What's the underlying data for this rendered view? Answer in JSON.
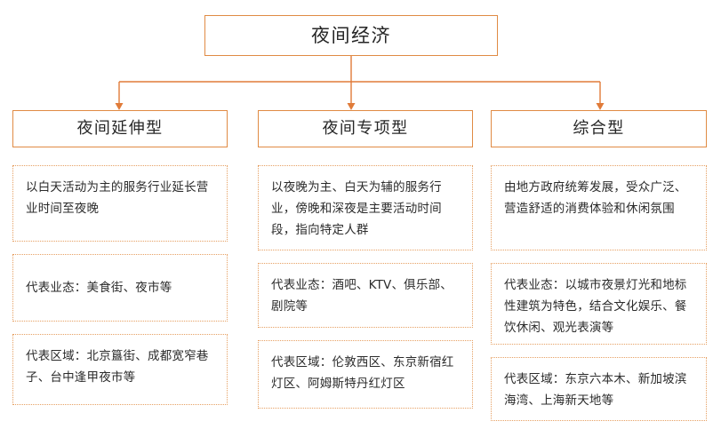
{
  "diagram": {
    "type": "org-chart",
    "root": {
      "label": "夜间经济"
    },
    "colors": {
      "solid_border": "#e08b44",
      "dotted_border": "#e6a063",
      "connector": "#e07b39",
      "text": "#262626",
      "background": "#ffffff"
    },
    "branches": [
      {
        "header": "夜间延伸型",
        "cards": [
          "以白天活动为主的服务行业延长营业时间至夜晚",
          "代表业态：美食街、夜市等",
          "代表区域：北京簋街、成都宽窄巷子、台中逢甲夜市等"
        ]
      },
      {
        "header": "夜间专项型",
        "cards": [
          "以夜晚为主、白天为辅的服务行业，傍晚和深夜是主要活动时间段，指向特定人群",
          "代表业态：酒吧、KTV、俱乐部、剧院等",
          "代表区域：伦敦西区、东京新宿红灯区、阿姆斯特丹红灯区"
        ]
      },
      {
        "header": "综合型",
        "cards": [
          "由地方政府统筹发展，受众广泛、营造舒适的消费体验和休闲氛围",
          "代表业态：以城市夜景灯光和地标性建筑为特色，结合文化娱乐、餐饮休闲、观光表演等",
          "代表区域：东京六本木、新加坡滨海湾、上海新天地等"
        ]
      }
    ]
  }
}
